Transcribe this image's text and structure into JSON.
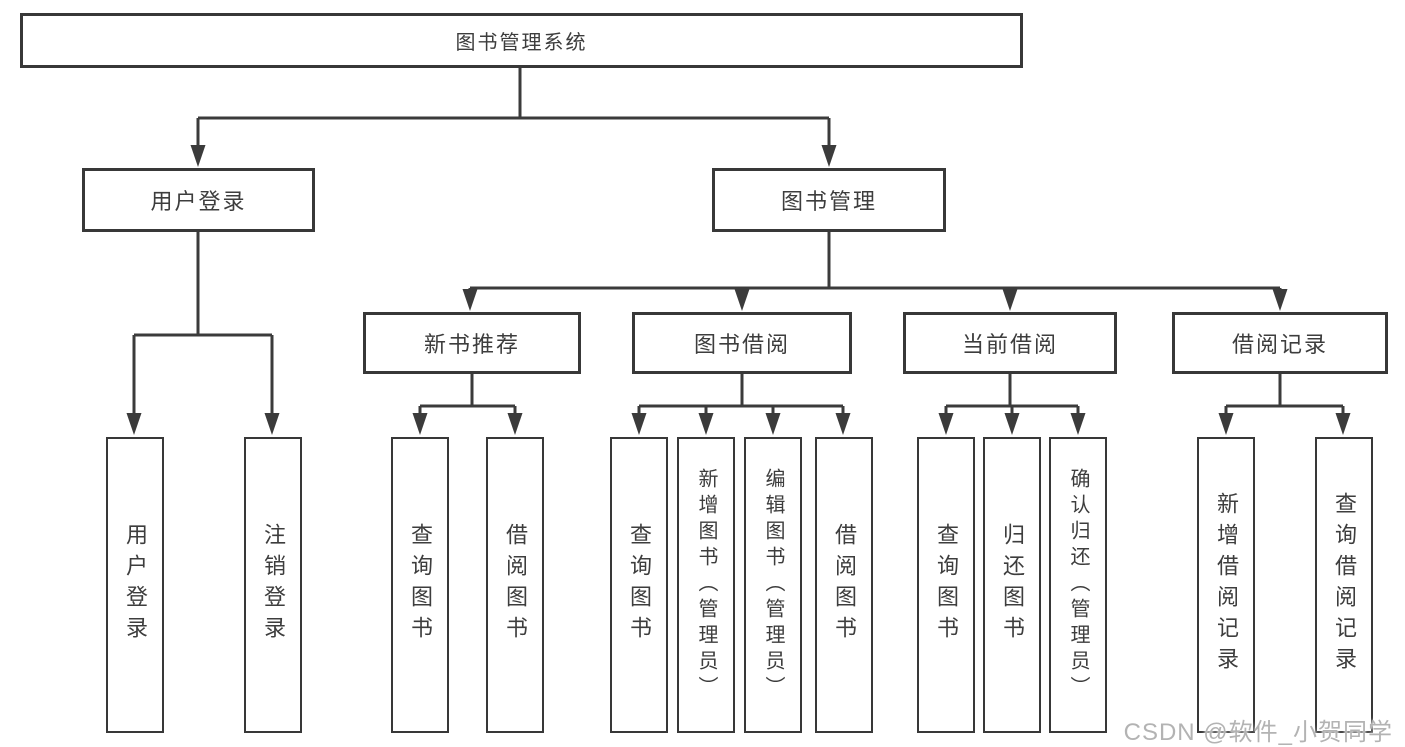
{
  "diagram": {
    "title": "图书管理系统",
    "root": {
      "label": "图书管理系统"
    },
    "branches": [
      {
        "label": "用户登录",
        "children": [
          {
            "label": "用户登录"
          },
          {
            "label": "注销登录"
          }
        ]
      },
      {
        "label": "图书管理",
        "children": [
          {
            "label": "新书推荐",
            "children": [
              {
                "label": "查询图书"
              },
              {
                "label": "借阅图书"
              }
            ]
          },
          {
            "label": "图书借阅",
            "children": [
              {
                "label": "查询图书"
              },
              {
                "label": "新增图书（管理员）"
              },
              {
                "label": "编辑图书（管理员）"
              },
              {
                "label": "借阅图书"
              }
            ]
          },
          {
            "label": "当前借阅",
            "children": [
              {
                "label": "查询图书"
              },
              {
                "label": "归还图书"
              },
              {
                "label": "确认归还（管理员）"
              }
            ]
          },
          {
            "label": "借阅记录",
            "children": [
              {
                "label": "新增借阅记录"
              },
              {
                "label": "查询借阅记录"
              }
            ]
          }
        ]
      }
    ]
  },
  "watermark": {
    "text": "CSDN @软件_小贺同学"
  },
  "colors": {
    "line": "#3b3b3b",
    "box_border": "#383838",
    "text": "#3d3d3d",
    "background": "#ffffff",
    "watermark": "#b3b3b3"
  }
}
